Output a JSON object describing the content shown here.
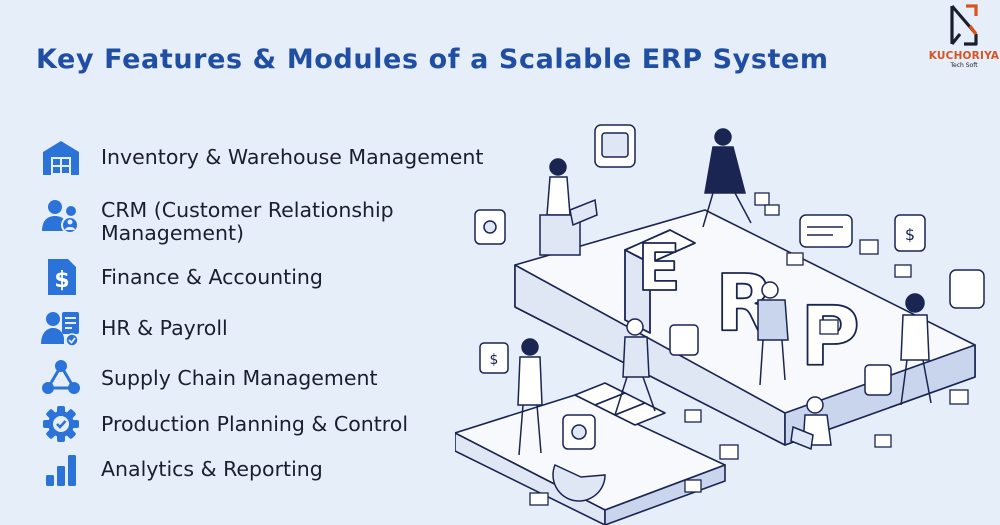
{
  "title": "Key Features & Modules of a Scalable ERP System",
  "logo": {
    "brand": "KUCHORIYA",
    "tagline": "Tech Soft"
  },
  "illustration": {
    "letters": [
      "E",
      "R",
      "P"
    ]
  },
  "features": [
    {
      "label": "Inventory & Warehouse Management",
      "icon": "warehouse-icon"
    },
    {
      "label": "CRM (Customer Relationship",
      "label2": "Management)",
      "icon": "customer-users-icon"
    },
    {
      "label": "Finance & Accounting",
      "icon": "dollar-document-icon"
    },
    {
      "label": "HR & Payroll",
      "icon": "employee-id-icon"
    },
    {
      "label": "Supply Chain Management",
      "icon": "network-nodes-icon"
    },
    {
      "label": "Production Planning & Control",
      "icon": "gear-check-icon"
    },
    {
      "label": "Analytics & Reporting",
      "icon": "bar-chart-icon"
    }
  ],
  "colors": {
    "background": "#e6eefa",
    "title": "#1f4ea3",
    "icon": "#2b73d9",
    "logo_accent": "#d9531e",
    "illustration_line": "#1a2552"
  }
}
